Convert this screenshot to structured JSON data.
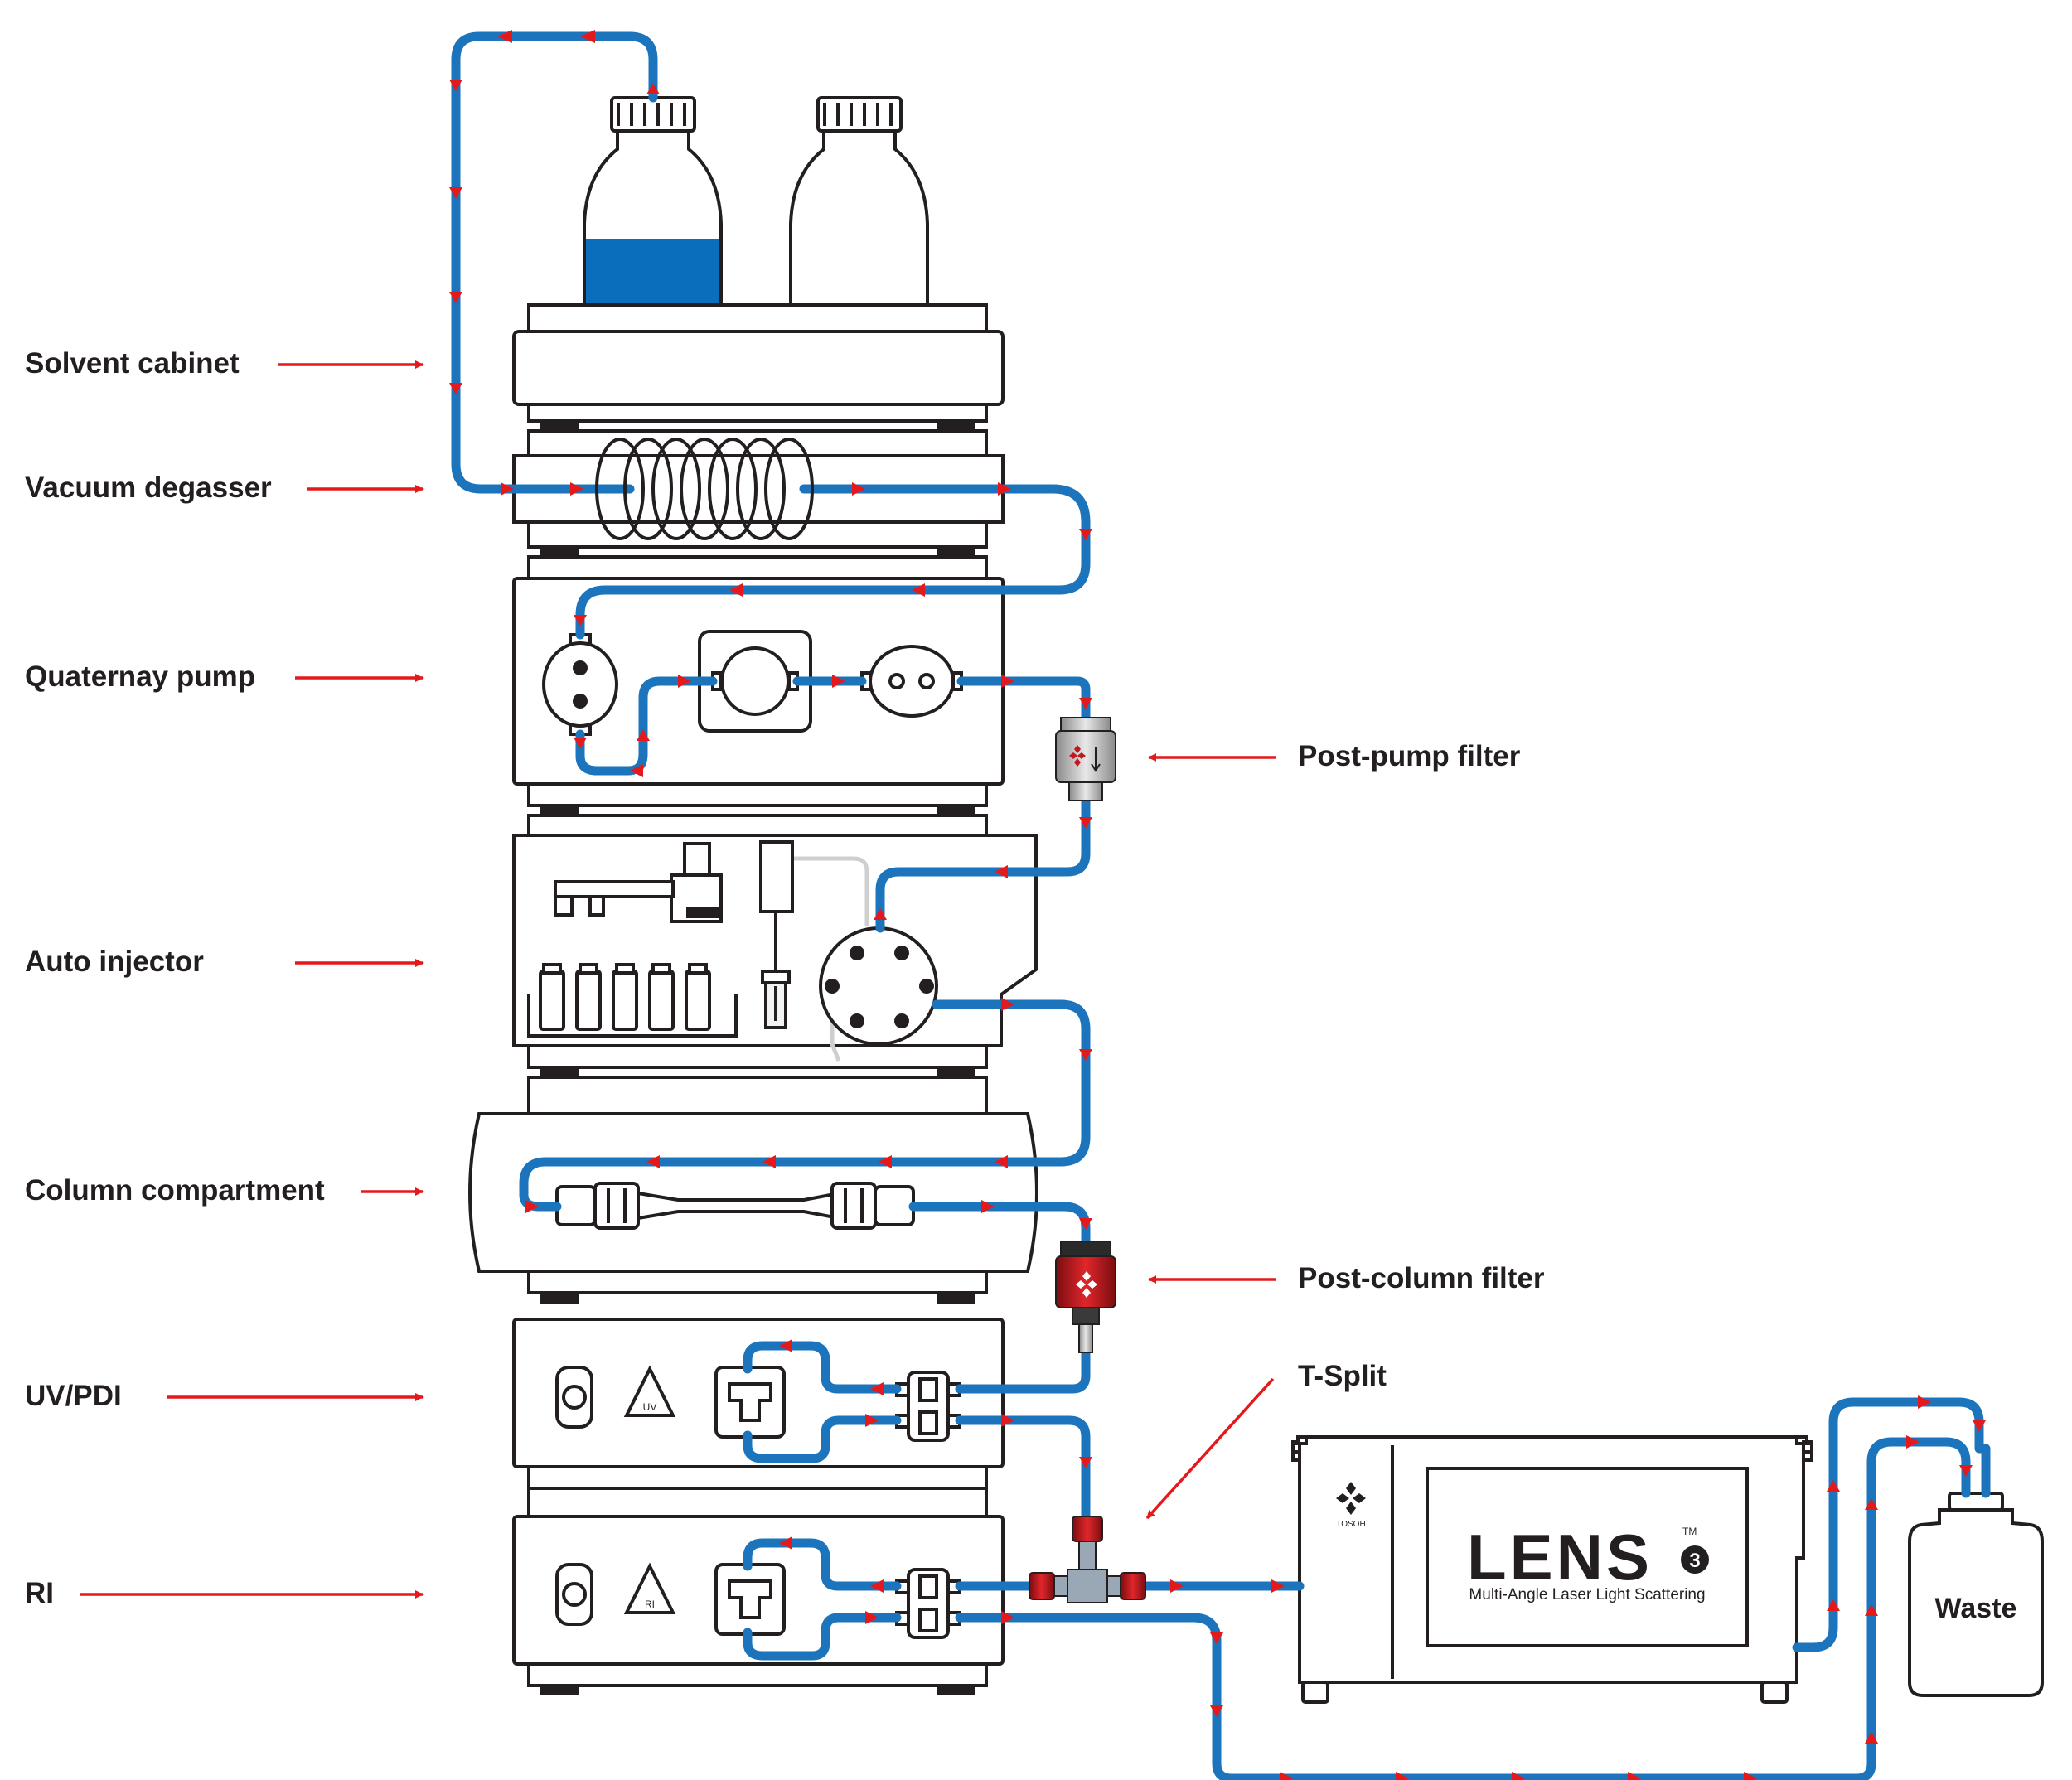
{
  "labels": {
    "solvent_cabinet": "Solvent cabinet",
    "vacuum_degasser": "Vacuum degasser",
    "quaternary_pump": "Quaternay pump",
    "post_pump_filter": "Post-pump filter",
    "auto_injector": "Auto injector",
    "column_compartment": "Column compartment",
    "post_column_filter": "Post-column filter",
    "t_split": "T-Split",
    "uv_pdi": "UV/PDI",
    "ri": "RI",
    "waste": "Waste"
  },
  "detector_marks": {
    "uv": "UV",
    "ri": "RI"
  },
  "lens": {
    "logo": "LENS",
    "trademark": "TM",
    "number": "3",
    "subtitle": "Multi-Angle Laser Light Scattering",
    "brand": "TOSOH"
  },
  "colors": {
    "tube": "#1c75bc",
    "flow_arrow": "#e3191b",
    "solvent": "#0a6ebd",
    "outline": "#231f20",
    "filter_red": "#c4161c"
  },
  "icons": {
    "tosoh_logo": "tosoh-logo-icon",
    "direction_arrow": "arrow-right-icon"
  }
}
